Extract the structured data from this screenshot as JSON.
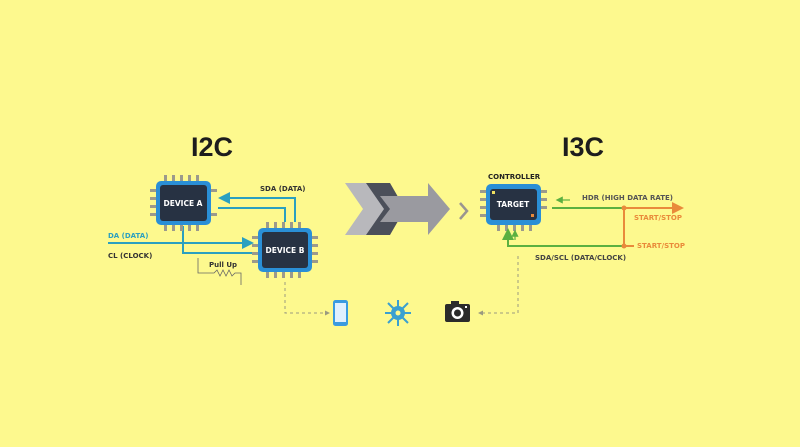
{
  "colors": {
    "background": "#fdf98e",
    "chip_border": "#2a8fd6",
    "chip_body": "#273243",
    "pin": "#9b9a8c",
    "blue_line": "#2aa0c0",
    "green_line": "#5bb040",
    "orange_line": "#e98a3a",
    "icon_blue": "#3a9be0"
  },
  "i2c": {
    "title": "I2C",
    "device_a": "DEVICE A",
    "device_b": "DEVICE B",
    "sda_label": "SDA (DATA)",
    "left_sda_label": "DA (DATA)",
    "left_scl_label": "CL (CLOCK)",
    "pull_up_label": "Pull Up"
  },
  "i3c": {
    "title": "I3C",
    "controller_label": "CONTROLLER",
    "target": "TARGET",
    "hdr_label": "HDR (HIGH DATA RATE)",
    "start_stop_1": "START/STOP",
    "start_stop_2": "START/STOP",
    "sda_scl_label": "SDA/SCL (DATA/CLOCK)"
  },
  "icons": [
    "smartphone-icon",
    "network-hub-icon",
    "camera-icon"
  ]
}
